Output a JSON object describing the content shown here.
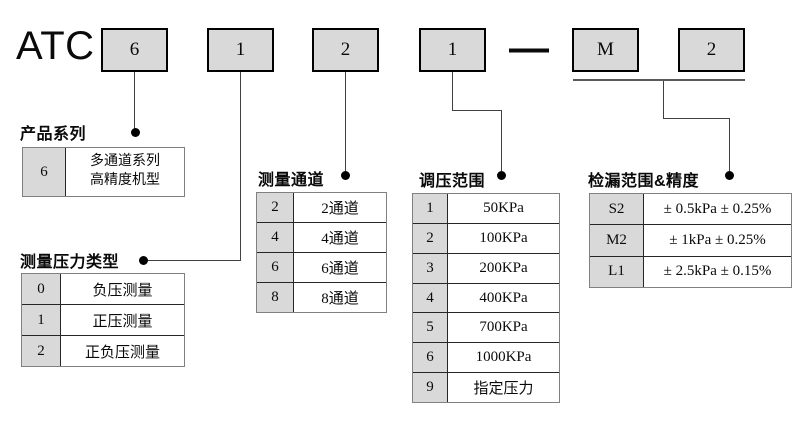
{
  "colors": {
    "box_fill": "#d9d9d9",
    "code_cell_fill": "#d9d9d9",
    "box_border": "#000000",
    "connector": "#404040"
  },
  "header": {
    "brand": "ATC",
    "boxes": [
      "6",
      "1",
      "2",
      "1",
      "M",
      "2"
    ],
    "separator": "—"
  },
  "sections": {
    "series": {
      "title": "产品系列",
      "rows": [
        {
          "code": "6",
          "value_line1": "多通道系列",
          "value_line2": "高精度机型"
        }
      ]
    },
    "pressure_type": {
      "title": "测量压力类型",
      "rows": [
        {
          "code": "0",
          "value": "负压测量"
        },
        {
          "code": "1",
          "value": "正压测量"
        },
        {
          "code": "2",
          "value": "正负压测量"
        }
      ]
    },
    "channels": {
      "title": "测量通道",
      "rows": [
        {
          "code": "2",
          "value": "2通道"
        },
        {
          "code": "4",
          "value": "4通道"
        },
        {
          "code": "6",
          "value": "6通道"
        },
        {
          "code": "8",
          "value": "8通道"
        }
      ]
    },
    "regulation_range": {
      "title": "调压范围",
      "rows": [
        {
          "code": "1",
          "value": "50KPa"
        },
        {
          "code": "2",
          "value": "100KPa"
        },
        {
          "code": "3",
          "value": "200KPa"
        },
        {
          "code": "4",
          "value": "400KPa"
        },
        {
          "code": "5",
          "value": "700KPa"
        },
        {
          "code": "6",
          "value": "1000KPa"
        },
        {
          "code": "9",
          "value": "指定压力"
        }
      ]
    },
    "leak_range": {
      "title": "检漏范围&精度",
      "rows": [
        {
          "code": "S2",
          "value": "± 0.5kPa ± 0.25%"
        },
        {
          "code": "M2",
          "value": "± 1kPa ± 0.25%"
        },
        {
          "code": "L1",
          "value": "± 2.5kPa ± 0.15%"
        }
      ]
    }
  }
}
